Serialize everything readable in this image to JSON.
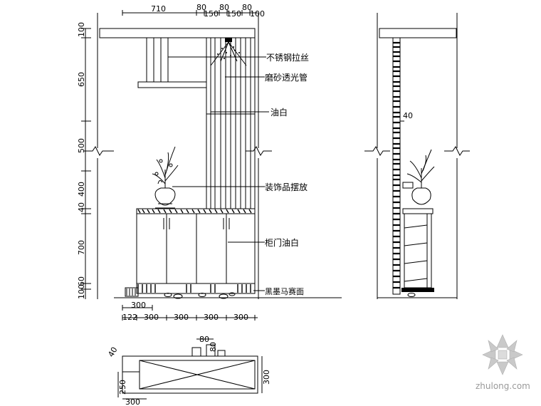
{
  "front_elevation": {
    "labels": {
      "stainless_bar": "不锈钢拉丝",
      "frosted_glass": "磨砂透光管",
      "white_paint": "油白",
      "decor_display": "装饰品摆放",
      "cabinet_door_white": "柜门油白",
      "marble_floor": "黑墨马赛面"
    },
    "top_dims": [
      "710",
      "80",
      "150",
      "80",
      "150",
      "80",
      "100"
    ],
    "left_dims": [
      "100",
      "650",
      "500",
      "400",
      "40",
      "700",
      "60",
      "100"
    ],
    "bottom_dims": [
      "300",
      "122",
      "300",
      "300",
      "300",
      "300"
    ]
  },
  "side_elevation": {
    "dims": [
      "40"
    ]
  },
  "plan_view": {
    "dims": [
      "80",
      "80",
      "40",
      "250",
      "300",
      "300"
    ]
  },
  "watermark": {
    "text": "zhulong.com"
  }
}
